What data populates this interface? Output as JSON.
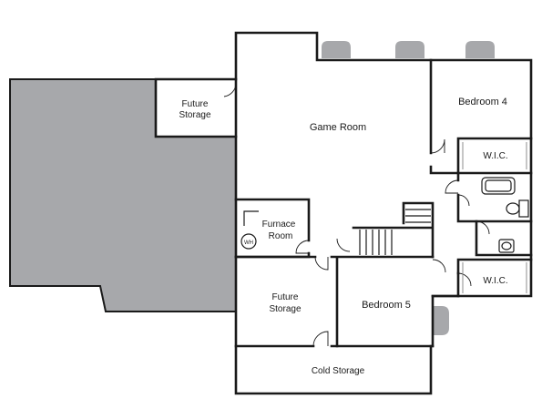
{
  "colors": {
    "wall": "#1a1a1a",
    "garage_fill": "#a7a8ab",
    "window_fill": "#a7a8ab",
    "background": "#ffffff"
  },
  "rooms": {
    "game_room": "Game Room",
    "bedroom_4": "Bedroom 4",
    "bedroom_5": "Bedroom 5",
    "wic_upper": "W.I.C.",
    "wic_lower": "W.I.C.",
    "furnace_room_line1": "Furnace",
    "furnace_room_line2": "Room",
    "future_storage_top_line1": "Future",
    "future_storage_top_line2": "Storage",
    "future_storage_mid_line1": "Future",
    "future_storage_mid_line2": "Storage",
    "cold_storage": "Cold Storage",
    "water_heater": "WH"
  }
}
